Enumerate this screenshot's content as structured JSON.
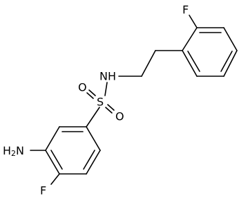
{
  "molecule": {
    "atoms": {
      "f_top": "F",
      "nh": "NH",
      "s": "S",
      "o_left": "O",
      "o_right": "O",
      "h2n": "H2N",
      "f_bottom": "F"
    }
  },
  "colors": {
    "bond": "#000000",
    "text": "#000000",
    "background": "#ffffff"
  }
}
